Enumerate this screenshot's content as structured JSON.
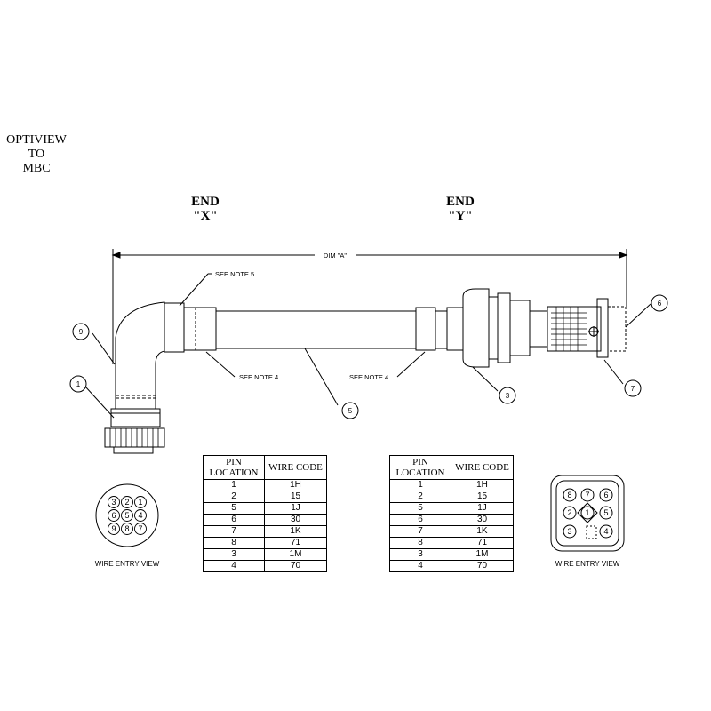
{
  "title": [
    "OPTIVIEW",
    "TO",
    "MBC"
  ],
  "end_x": {
    "line1": "END",
    "line2": "\"X\""
  },
  "end_y": {
    "line1": "END",
    "line2": "\"Y\""
  },
  "dimension_label": "DIM \"A\"",
  "notes": {
    "see_note_5": "SEE NOTE 5",
    "see_note_4": "SEE NOTE 4"
  },
  "callouts": [
    "1",
    "9",
    "5",
    "3",
    "6",
    "7"
  ],
  "pin_table": {
    "headers": {
      "pin": [
        "PIN",
        "LOCATION"
      ],
      "wire": "WIRE CODE"
    },
    "rows": [
      [
        "1",
        "1H"
      ],
      [
        "2",
        "15"
      ],
      [
        "5",
        "1J"
      ],
      [
        "6",
        "30"
      ],
      [
        "7",
        "1K"
      ],
      [
        "8",
        "71"
      ],
      [
        "3",
        "1M"
      ],
      [
        "4",
        "70"
      ]
    ]
  },
  "wire_entry_view_label": "WIRE ENTRY VIEW",
  "circular_connector_pins": [
    "3",
    "2",
    "1",
    "6",
    "5",
    "4",
    "9",
    "8",
    "7"
  ],
  "rect_connector_pins": [
    "8",
    "7",
    "6",
    "2",
    "1",
    "5",
    "3",
    "4"
  ]
}
